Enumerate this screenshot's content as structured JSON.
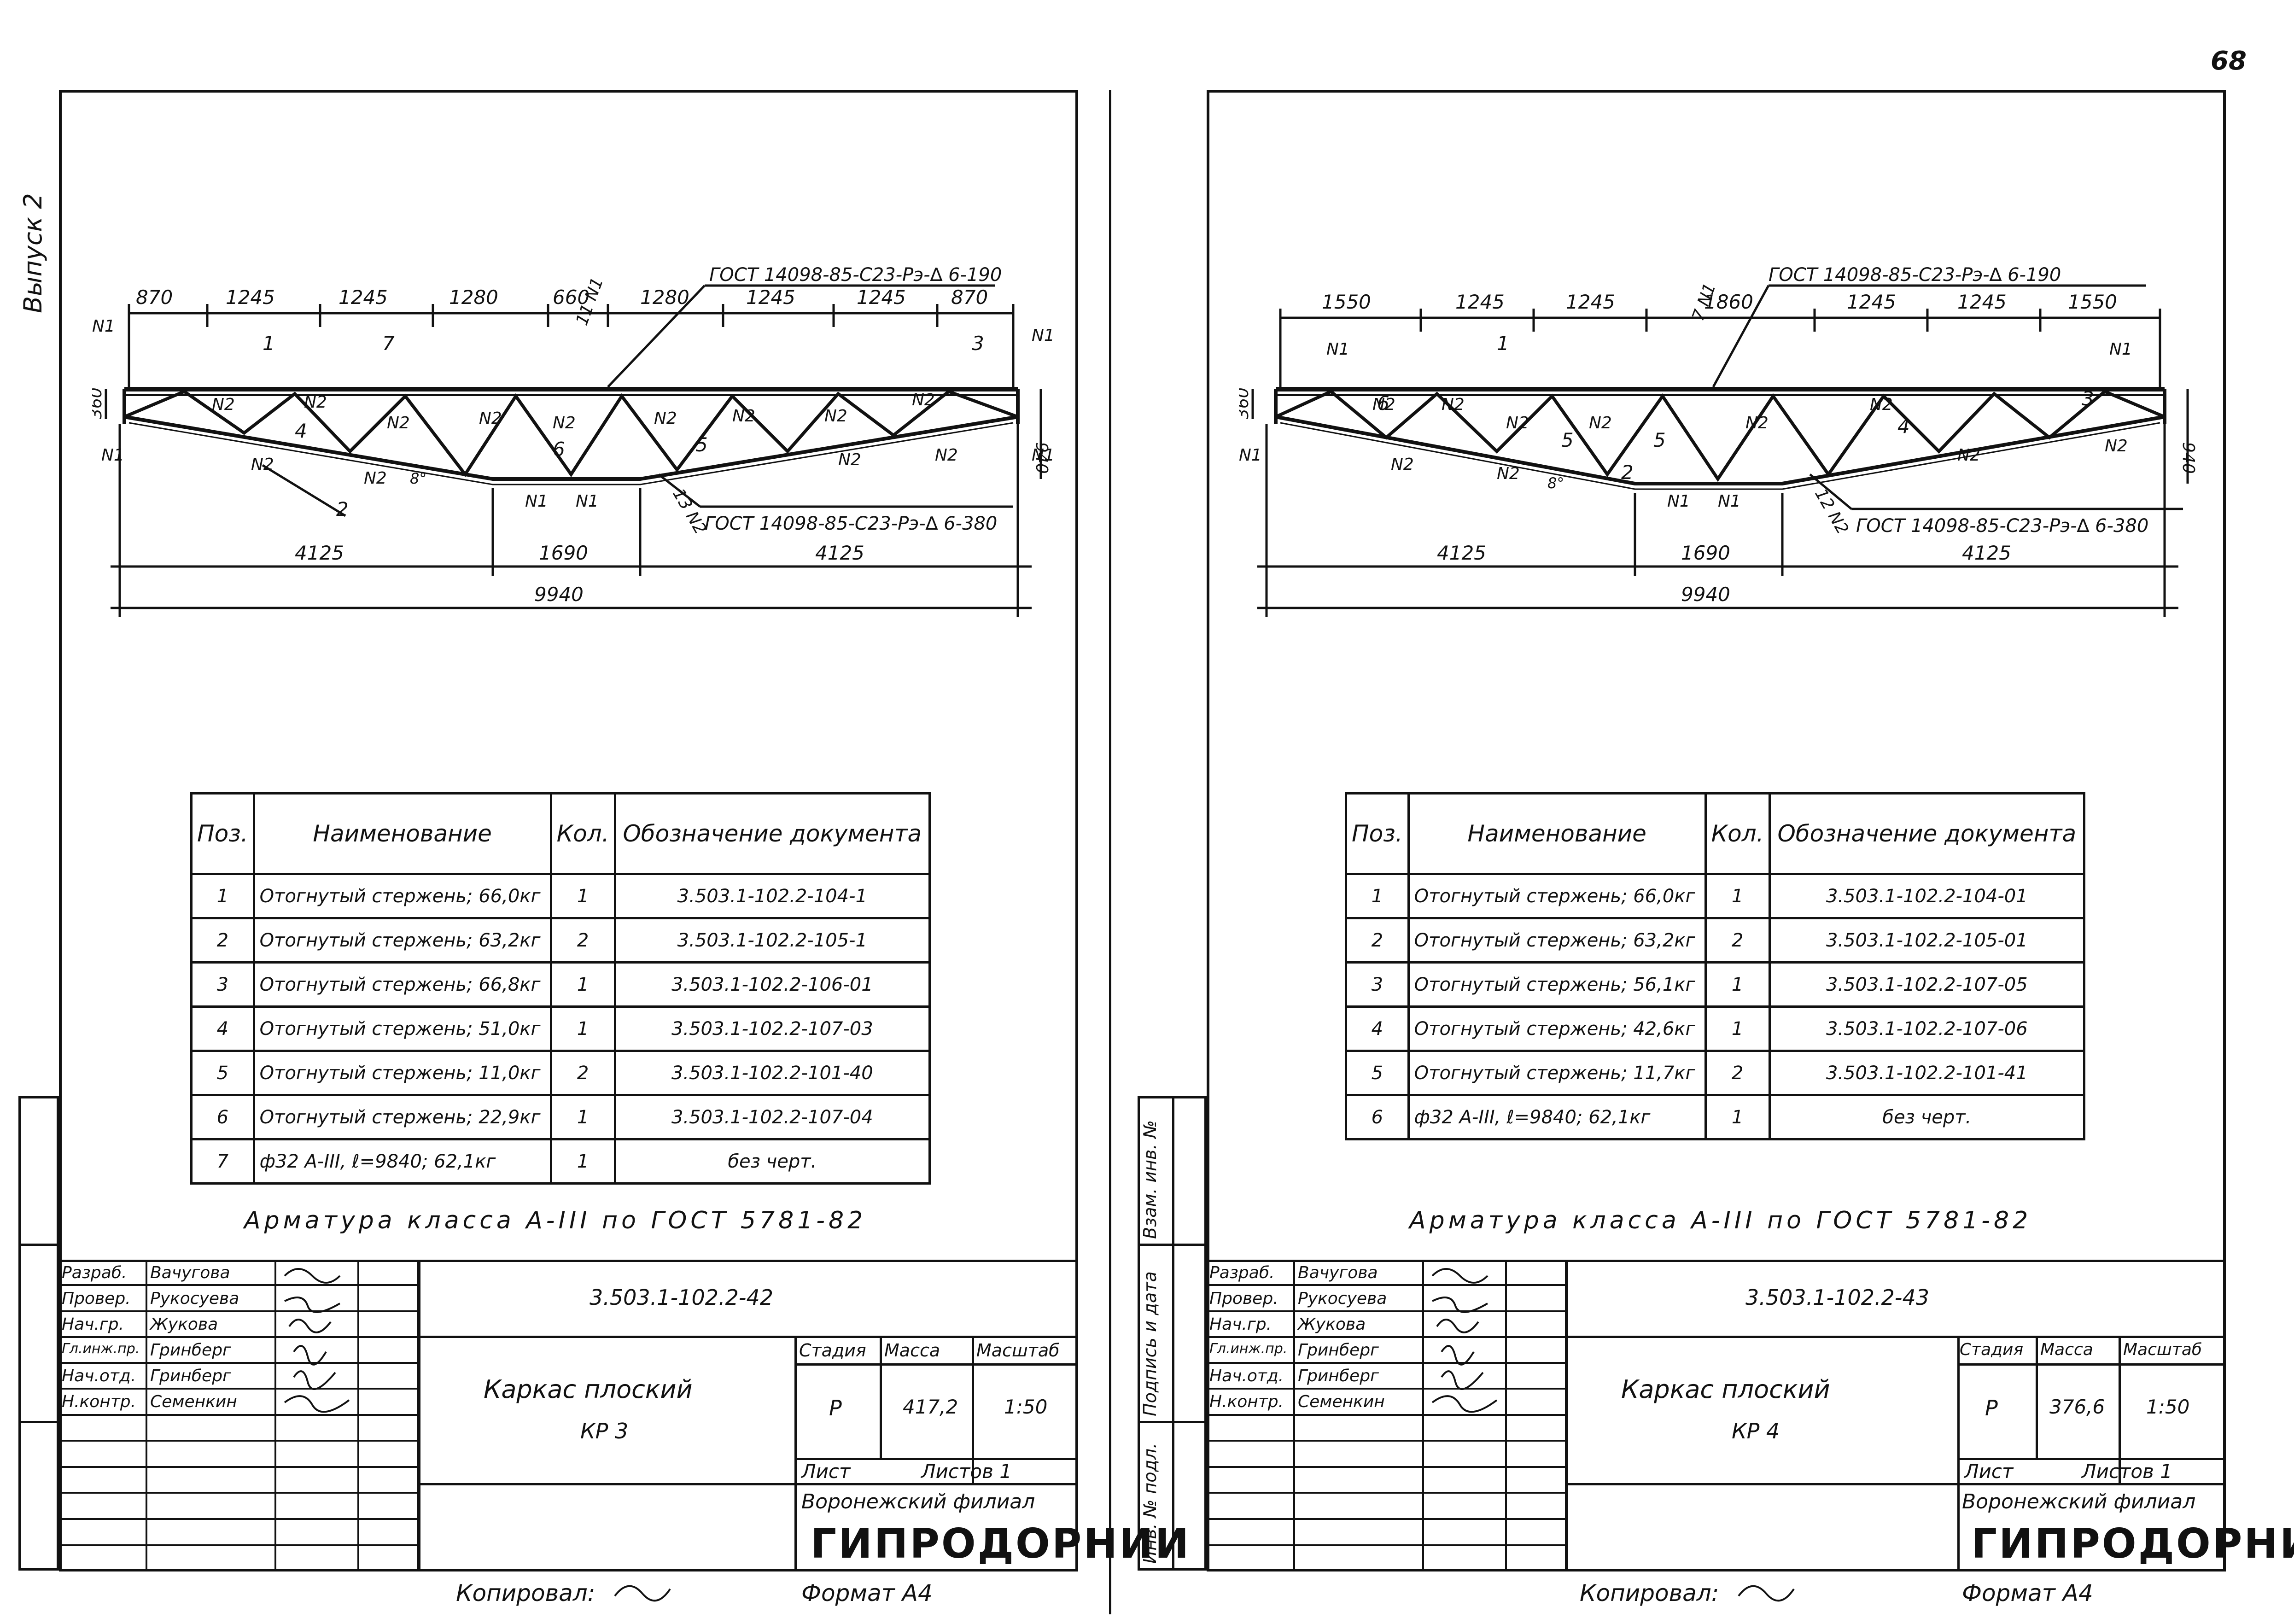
{
  "page_number": "68",
  "margin_label_left": "Выпуск 2",
  "side_stamp": [
    "Взам. инв. №",
    "Подпись и дата",
    "Инв. № подл."
  ],
  "sheets": [
    {
      "id": "kr3",
      "drawing": {
        "top_dims": [
          "870",
          "1245",
          "1245",
          "1280",
          "660",
          "1280",
          "1245",
          "1245",
          "870"
        ],
        "bottom_dims": [
          "4125",
          "1690",
          "4125"
        ],
        "total": "9940",
        "height_left": "360",
        "height_right": "940",
        "gost_top": "ГОСТ 14098-85-С23-Рэ-∆ 6-190",
        "gost_bottom": "ГОСТ 14098-85-С23-Рэ-∆ 6-380",
        "weld_top": "11 N1",
        "weld_bottom": "13 N2",
        "angle": "8°",
        "labels": [
          "N1",
          "N1",
          "N1",
          "N1",
          "N1",
          "N2",
          "N2",
          "N2",
          "N2",
          "N2",
          "N2",
          "N2",
          "N2",
          "N2",
          "N2",
          "N2",
          "N2",
          "1",
          "2",
          "3",
          "4",
          "5",
          "6",
          "7"
        ]
      },
      "table": {
        "headers": [
          "Поз.",
          "Наименование",
          "Кол.",
          "Обозначение документа"
        ],
        "rows": [
          [
            "1",
            "Отогнутый стержень; 66,0кг",
            "1",
            "3.503.1-102.2-104-1"
          ],
          [
            "2",
            "Отогнутый стержень; 63,2кг",
            "2",
            "3.503.1-102.2-105-1"
          ],
          [
            "3",
            "Отогнутый стержень; 66,8кг",
            "1",
            "3.503.1-102.2-106-01"
          ],
          [
            "4",
            "Отогнутый стержень; 51,0кг",
            "1",
            "3.503.1-102.2-107-03"
          ],
          [
            "5",
            "Отогнутый стержень; 11,0кг",
            "2",
            "3.503.1-102.2-101-40"
          ],
          [
            "6",
            "Отогнутый стержень; 22,9кг",
            "1",
            "3.503.1-102.2-107-04"
          ],
          [
            "7",
            "ф32 А-III, ℓ=9840; 62,1кг",
            "1",
            "без черт."
          ]
        ]
      },
      "note": "Арматура класса А-III по ГОСТ 5781-82",
      "title_block": {
        "roles": [
          "Разраб.",
          "Провер.",
          "Нач.гр.",
          "Гл.инж.пр.",
          "Нач.отд.",
          "Н.контр."
        ],
        "names": [
          "Вачугова",
          "Рукосуева",
          "Жукова",
          "Гринберг",
          "Гринберг",
          "Семенкин"
        ],
        "code": "3.503.1-102.2-42",
        "name_line1": "Каркас плоский",
        "name_line2": "КР 3",
        "stage_label": "Стадия",
        "mass_label": "Масса",
        "scale_label": "Масштаб",
        "stage": "Р",
        "mass": "417,2",
        "scale": "1:50",
        "sheet_label": "Лист",
        "sheets_label": "Листов 1",
        "org1": "Воронежский филиал",
        "org2": "ГИПРОДОРНИИ"
      },
      "copied": "Копировал:",
      "format": "Формат А4"
    },
    {
      "id": "kr4",
      "drawing": {
        "top_dims": [
          "1550",
          "1245",
          "1245",
          "1860",
          "1245",
          "1245",
          "1550"
        ],
        "bottom_dims": [
          "4125",
          "1690",
          "4125"
        ],
        "total": "9940",
        "height_left": "360",
        "height_right": "940",
        "gost_top": "ГОСТ 14098-85-С23-Рэ-∆ 6-190",
        "gost_bottom": "ГОСТ 14098-85-С23-Рэ-∆ 6-380",
        "weld_top": "7 N1",
        "weld_bottom": "12 N2",
        "angle": "8°",
        "labels": [
          "N1",
          "N1",
          "N1",
          "N1",
          "N2",
          "N2",
          "N2",
          "N2",
          "N2",
          "N2",
          "N2",
          "N2",
          "N2",
          "N2",
          "1",
          "2",
          "3",
          "4",
          "5",
          "5",
          "6"
        ]
      },
      "table": {
        "headers": [
          "Поз.",
          "Наименование",
          "Кол.",
          "Обозначение документа"
        ],
        "rows": [
          [
            "1",
            "Отогнутый стержень; 66,0кг",
            "1",
            "3.503.1-102.2-104-01"
          ],
          [
            "2",
            "Отогнутый стержень; 63,2кг",
            "2",
            "3.503.1-102.2-105-01"
          ],
          [
            "3",
            "Отогнутый стержень; 56,1кг",
            "1",
            "3.503.1-102.2-107-05"
          ],
          [
            "4",
            "Отогнутый стержень; 42,6кг",
            "1",
            "3.503.1-102.2-107-06"
          ],
          [
            "5",
            "Отогнутый стержень; 11,7кг",
            "2",
            "3.503.1-102.2-101-41"
          ],
          [
            "6",
            "ф32 А-III, ℓ=9840; 62,1кг",
            "1",
            "без черт."
          ]
        ]
      },
      "note": "Арматура класса А-III по ГОСТ 5781-82",
      "title_block": {
        "roles": [
          "Разраб.",
          "Провер.",
          "Нач.гр.",
          "Гл.инж.пр.",
          "Нач.отд.",
          "Н.контр."
        ],
        "names": [
          "Вачугова",
          "Рукосуева",
          "Жукова",
          "Гринберг",
          "Гринберг",
          "Семенкин"
        ],
        "code": "3.503.1-102.2-43",
        "name_line1": "Каркас плоский",
        "name_line2": "КР 4",
        "stage_label": "Стадия",
        "mass_label": "Масса",
        "scale_label": "Масштаб",
        "stage": "Р",
        "mass": "376,6",
        "scale": "1:50",
        "sheet_label": "Лист",
        "sheets_label": "Листов 1",
        "org1": "Воронежский филиал",
        "org2": "ГИПРОДОРНИИ"
      },
      "copied": "Копировал:",
      "format": "Формат А4"
    }
  ]
}
